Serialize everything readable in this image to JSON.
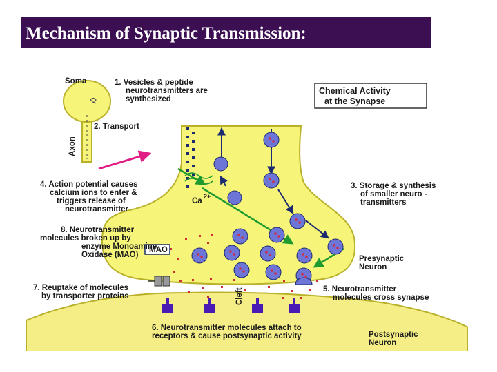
{
  "title": "Mechanism of Synaptic Transmission:",
  "colors": {
    "title_bg": "#3b0f52",
    "title_text": "#ffffff",
    "neuron_fill": "#f6f57a",
    "neuron_outline": "#b9b12a",
    "postsynaptic_fill": "#f5ee86",
    "vesicle": "#6d75d6",
    "vesicle_dots": "#cc2f4a",
    "receptor": "#4a1bb4",
    "arrow_pink": "#e01c85",
    "arrow_green": "#1f9a2e",
    "arrow_navy": "#1c2a6e",
    "transmitter_dot": "#cc2f2f"
  },
  "diagram": {
    "soma_label": "Soma",
    "axon_label": "Axon",
    "cleft_label": "Cleft",
    "calcium_label": "Ca",
    "calcium_charge": "2+",
    "mao_label": "MAO",
    "box_title": [
      "Chemical Activity",
      "at the Synapse"
    ],
    "steps": {
      "s1": [
        "1. Vesicles & peptide",
        "neurotransmitters are",
        "synthesized"
      ],
      "s2": [
        "2. Transport"
      ],
      "s3": [
        "3. Storage & synthesis",
        "of smaller neuro -",
        "transmitters"
      ],
      "s4": [
        "4. Action potential causes",
        "calcium ions to enter &",
        "triggers release of",
        "neurotransmitter"
      ],
      "s5": [
        "5. Neurotransmitter",
        "molecules cross synapse"
      ],
      "s6": [
        "6. Neurotransmitter molecules attach to",
        "receptors & cause postsynaptic activity"
      ],
      "s7": [
        "7. Reuptake of molecules",
        "by transporter proteins"
      ],
      "s8": [
        "8. Neurotransmitter",
        "molecules broken up by",
        "enzyme Monoamine",
        "Oxidase (MAO)"
      ]
    },
    "presynaptic_label": [
      "Presynaptic",
      "Neuron"
    ],
    "postsynaptic_label": [
      "Postsynaptic",
      "Neuron"
    ]
  }
}
